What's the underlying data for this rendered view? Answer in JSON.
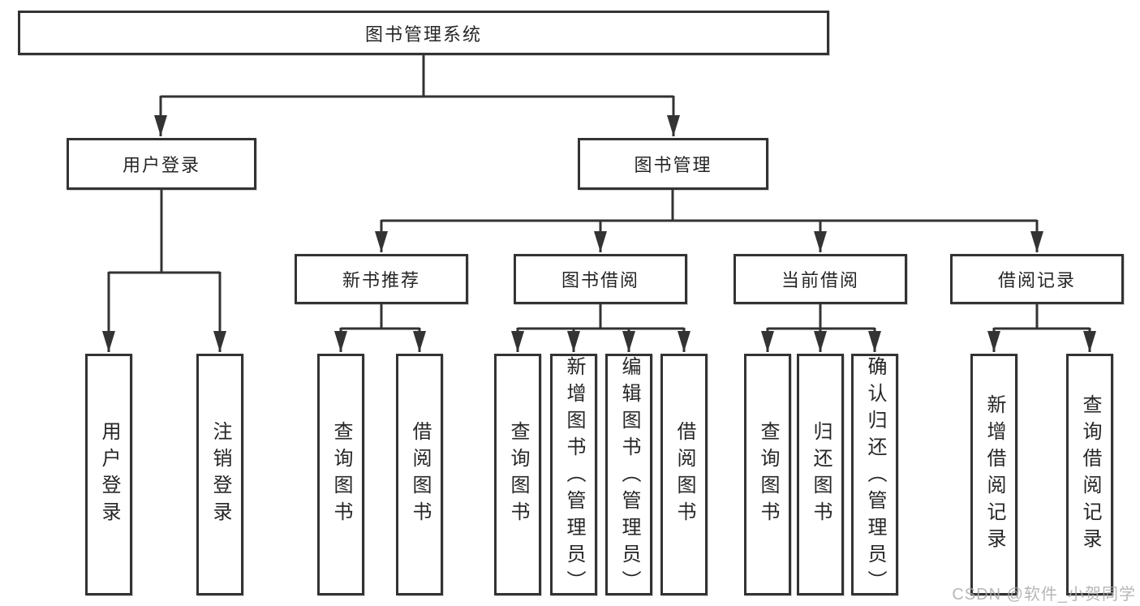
{
  "colors": {
    "line": "#333333",
    "box_border": "#333333",
    "box_background": "#ffffff",
    "text": "#262626",
    "watermark": "#aaaaaa"
  },
  "watermark": {
    "text": "CSDN @软件_小贺同学"
  },
  "tree": {
    "root": {
      "label": "图书管理系统"
    },
    "user_login": {
      "label": "用户登录",
      "children": [
        {
          "label": "用户登录"
        },
        {
          "label": "注销登录"
        }
      ]
    },
    "book_mgmt": {
      "label": "图书管理",
      "children": [
        {
          "label": "新书推荐",
          "children": [
            {
              "label": "查询图书"
            },
            {
              "label": "借阅图书"
            }
          ]
        },
        {
          "label": "图书借阅",
          "children": [
            {
              "label": "查询图书"
            },
            {
              "label": "新增图书（管理员）"
            },
            {
              "label": "编辑图书（管理员）"
            },
            {
              "label": "借阅图书"
            }
          ]
        },
        {
          "label": "当前借阅",
          "children": [
            {
              "label": "查询图书"
            },
            {
              "label": "归还图书"
            },
            {
              "label": "确认归还（管理员）"
            }
          ]
        },
        {
          "label": "借阅记录",
          "children": [
            {
              "label": "新增借阅记录"
            },
            {
              "label": "查询借阅记录"
            }
          ]
        }
      ]
    }
  }
}
